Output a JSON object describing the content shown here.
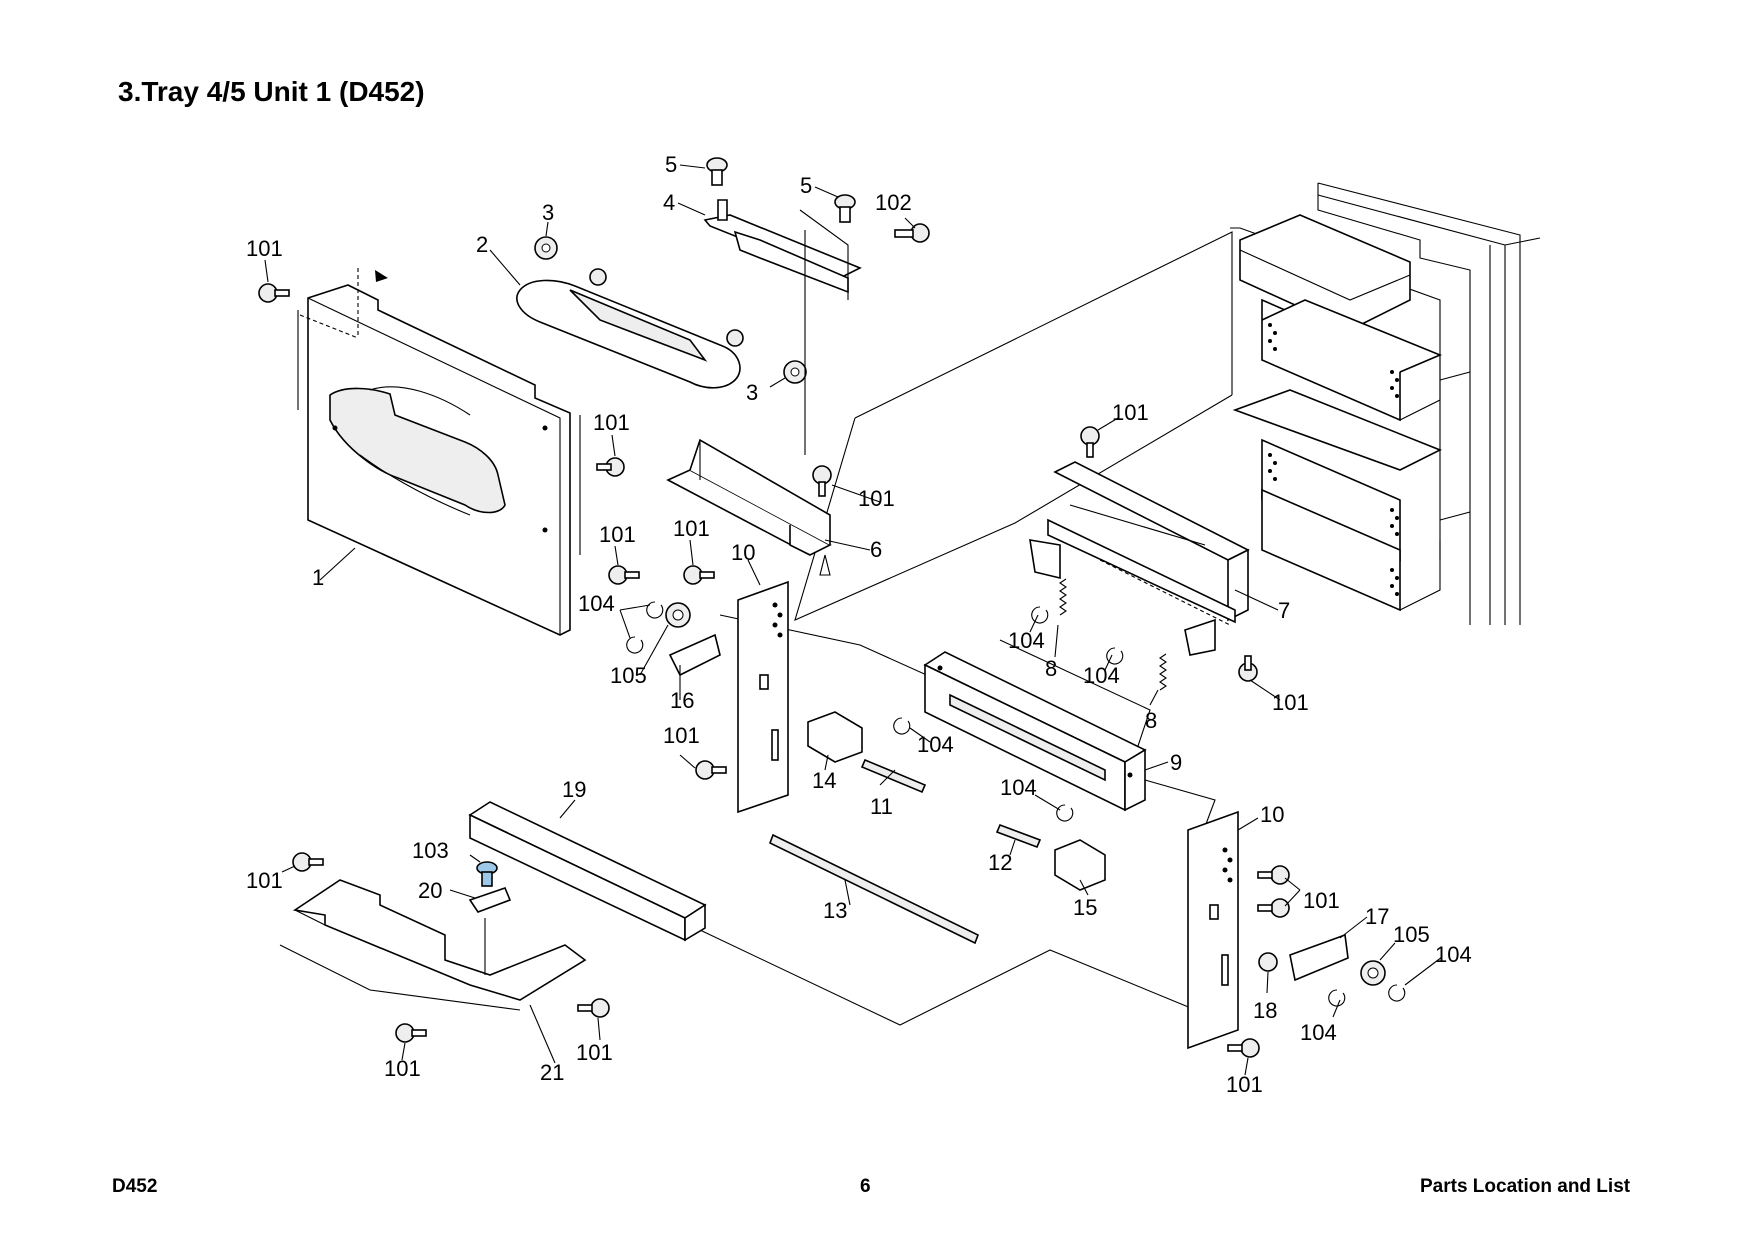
{
  "title": "3.Tray 4/5 Unit 1 (D452)",
  "footer": {
    "left": "D452",
    "center": "6",
    "right": "Parts Location and List"
  },
  "callouts": [
    {
      "label": "5"
    },
    {
      "label": "5"
    },
    {
      "label": "4"
    },
    {
      "label": "102"
    },
    {
      "label": "3"
    },
    {
      "label": "2"
    },
    {
      "label": "101"
    },
    {
      "label": "3"
    },
    {
      "label": "101"
    },
    {
      "label": "101"
    },
    {
      "label": "6"
    },
    {
      "label": "101"
    },
    {
      "label": "1"
    },
    {
      "label": "101"
    },
    {
      "label": "101"
    },
    {
      "label": "10"
    },
    {
      "label": "104"
    },
    {
      "label": "105"
    },
    {
      "label": "16"
    },
    {
      "label": "7"
    },
    {
      "label": "104"
    },
    {
      "label": "8"
    },
    {
      "label": "104"
    },
    {
      "label": "8"
    },
    {
      "label": "101"
    },
    {
      "label": "104"
    },
    {
      "label": "101"
    },
    {
      "label": "14"
    },
    {
      "label": "11"
    },
    {
      "label": "9"
    },
    {
      "label": "19"
    },
    {
      "label": "104"
    },
    {
      "label": "10"
    },
    {
      "label": "103"
    },
    {
      "label": "12"
    },
    {
      "label": "101"
    },
    {
      "label": "20"
    },
    {
      "label": "15"
    },
    {
      "label": "101"
    },
    {
      "label": "13"
    },
    {
      "label": "17"
    },
    {
      "label": "105"
    },
    {
      "label": "104"
    },
    {
      "label": "18"
    },
    {
      "label": "104"
    },
    {
      "label": "101"
    },
    {
      "label": "101"
    },
    {
      "label": "21"
    },
    {
      "label": "101"
    }
  ]
}
